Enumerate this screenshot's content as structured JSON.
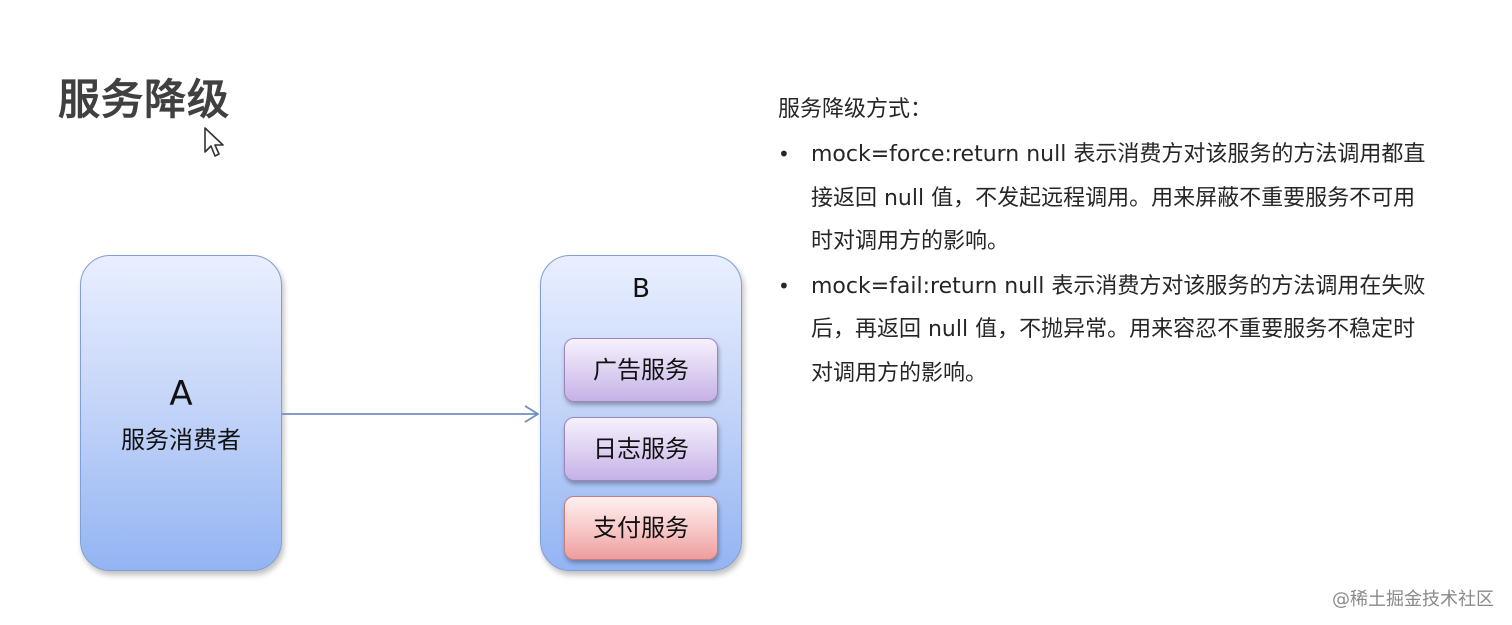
{
  "title": "服务降级",
  "diagram": {
    "consumer": {
      "letter": "A",
      "caption": "服务消费者"
    },
    "provider": {
      "letter": "B",
      "services": [
        {
          "label": "广告服务",
          "color": "#d9cdf0"
        },
        {
          "label": "日志服务",
          "color": "#d9cdf0"
        },
        {
          "label": "支付服务",
          "color": "#f7c5c5"
        }
      ]
    },
    "colors": {
      "box_blue": "#a9c1f5",
      "box_border": "#7f9fd6",
      "arrow": "#6f8fbf"
    }
  },
  "description": {
    "heading": "服务降级方式：",
    "bullets": [
      {
        "marker": "•",
        "lines": [
          "mock=force:return null 表示消费方对该服务的方法调用都直",
          "接返回 null 值，不发起远程调用。用来屏蔽不重要服务不可用",
          "时对调用方的影响。"
        ]
      },
      {
        "marker": "•",
        "lines": [
          "mock=fail:return null 表示消费方对该服务的方法调用在失败",
          "后，再返回 null 值，不抛异常。用来容忍不重要服务不稳定时",
          "对调用方的影响。"
        ]
      }
    ]
  },
  "watermark": "@稀土掘金技术社区"
}
